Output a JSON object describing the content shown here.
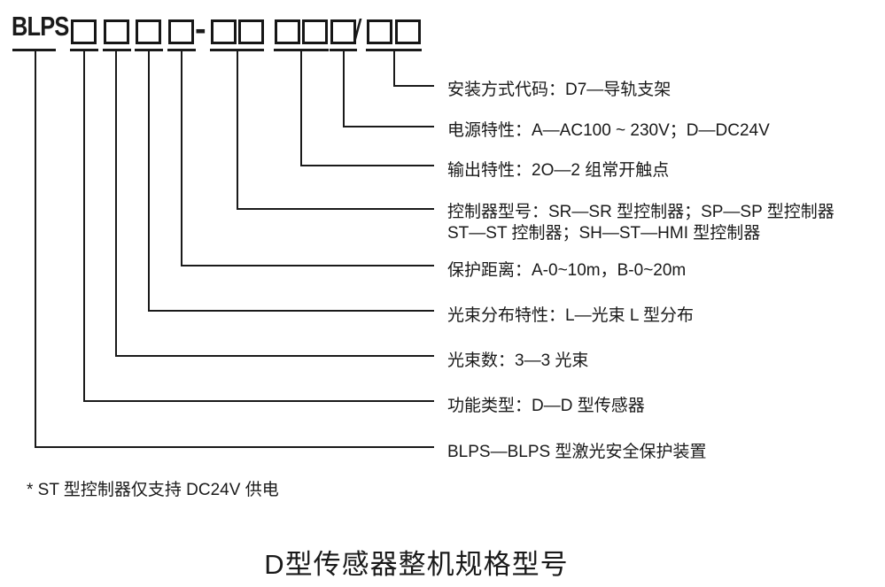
{
  "colors": {
    "ink": "#1a1a1a",
    "background": "#ffffff"
  },
  "code": {
    "prefix": "BLPS",
    "dash": "-",
    "slash": "/"
  },
  "labels": [
    {
      "text": "安装方式代码：D7—导轨支架"
    },
    {
      "text": "电源特性：A—AC100 ~ 230V；D—DC24V"
    },
    {
      "text": "输出特性：2O—2 组常开触点"
    },
    {
      "text": "控制器型号：SR—SR 型控制器；SP—SP 型控制器",
      "text2": "ST—ST 控制器；SH—ST—HMI 型控制器"
    },
    {
      "text": "保护距离：A-0~10m，B-0~20m"
    },
    {
      "text": "光束分布特性：L—光束 L 型分布"
    },
    {
      "text": "光束数：3—3 光束"
    },
    {
      "text": "功能类型：D—D 型传感器"
    },
    {
      "text": "BLPS—BLPS 型激光安全保护装置"
    }
  ],
  "note": "* ST 型控制器仅支持 DC24V 供电",
  "title": "D型传感器整机规格型号"
}
